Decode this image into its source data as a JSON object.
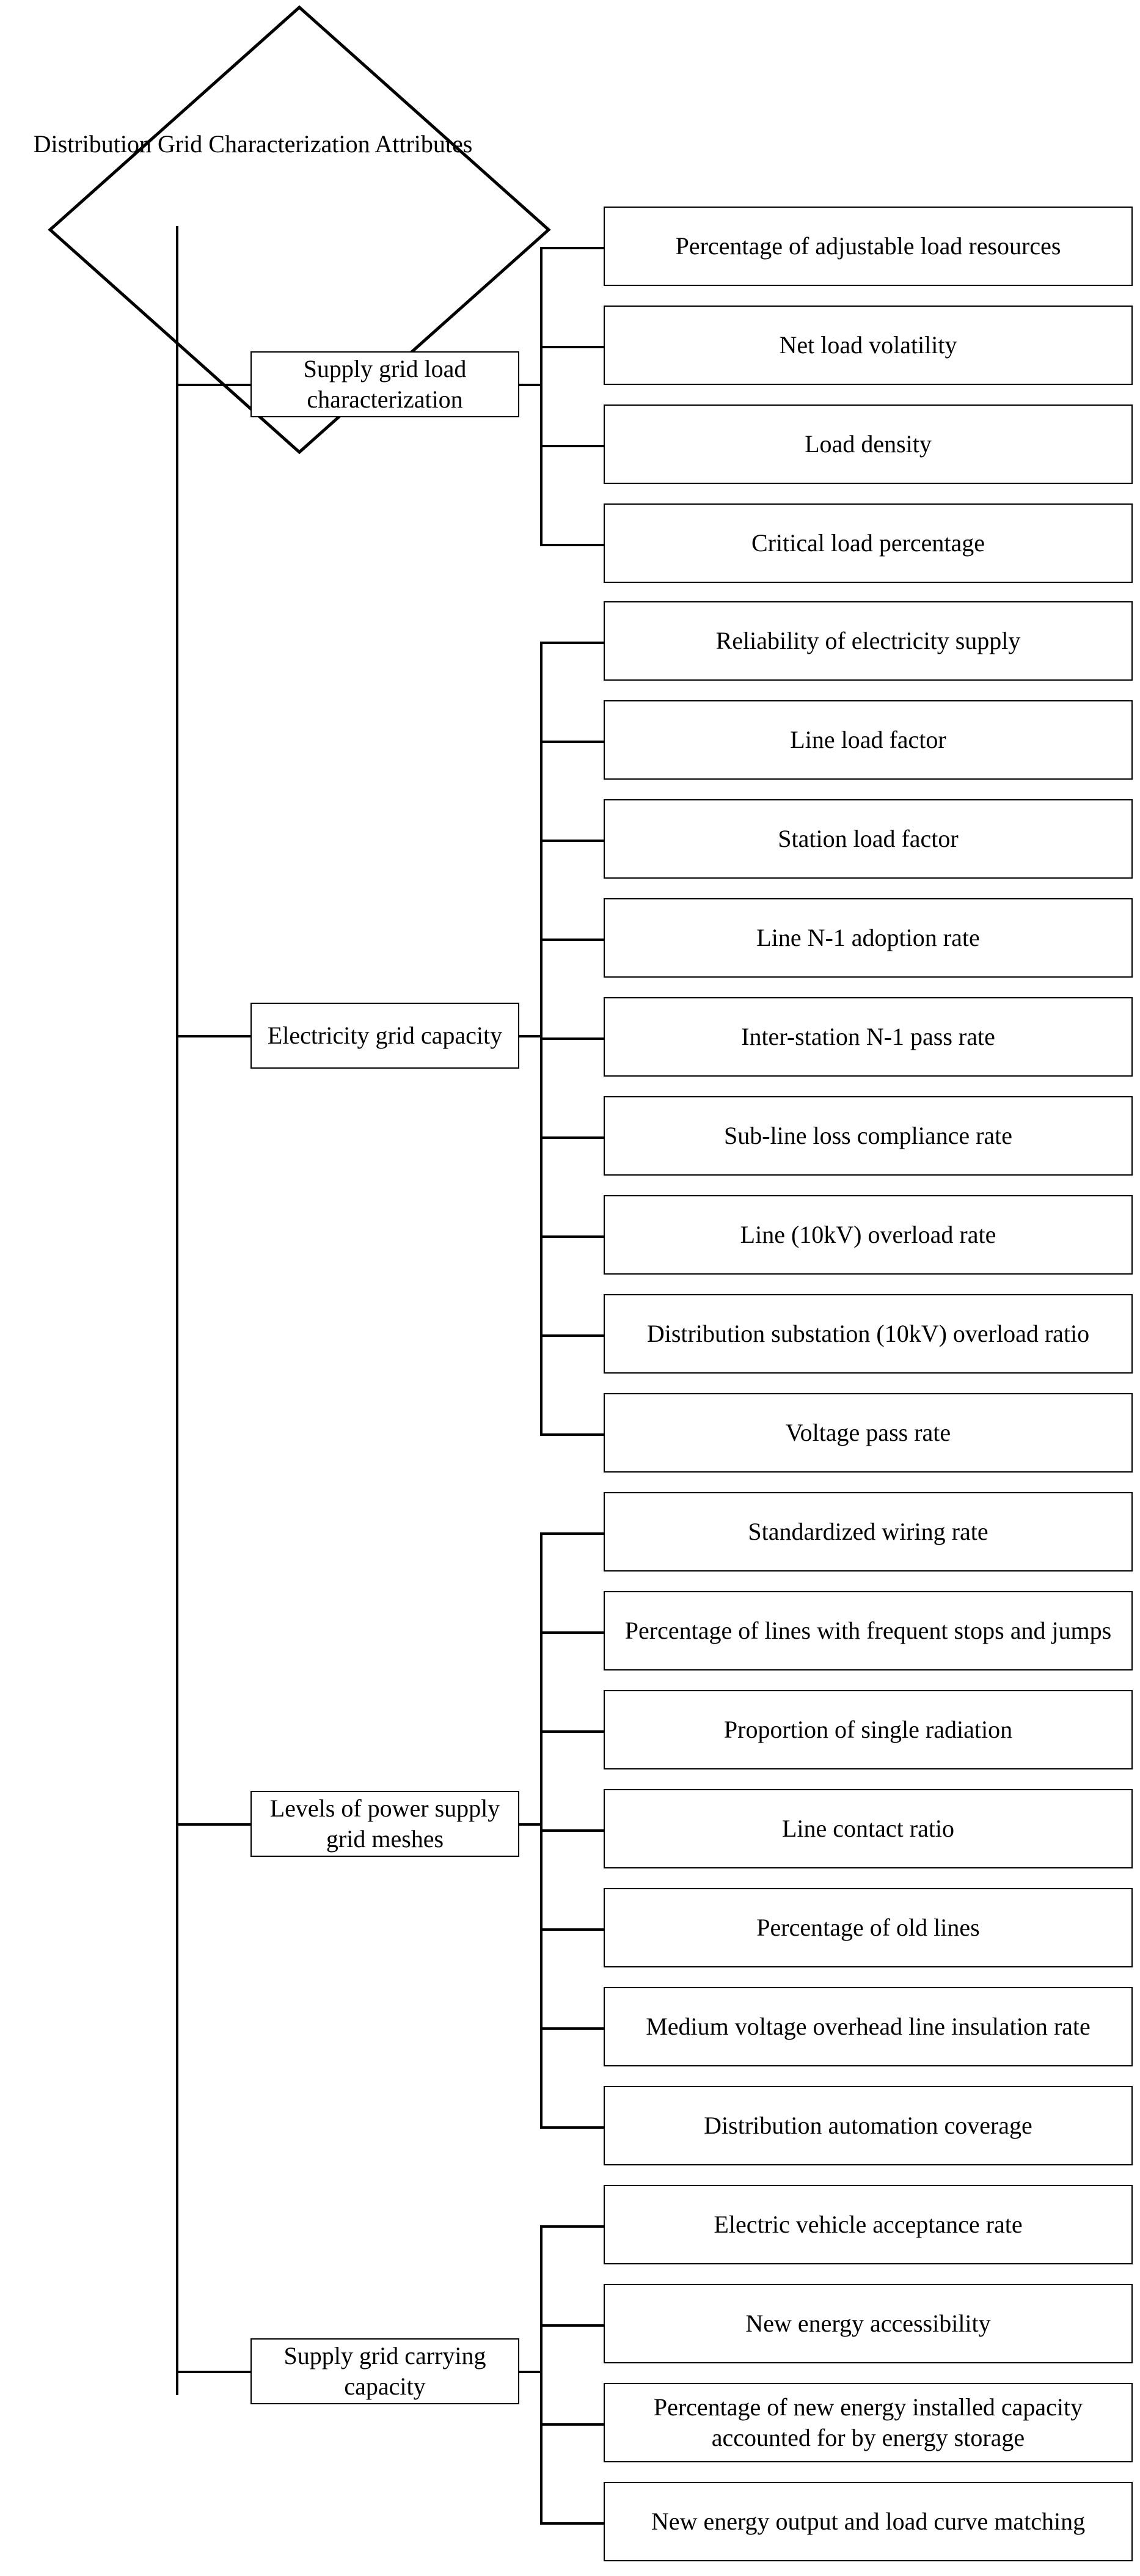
{
  "diagram": {
    "root": {
      "label": "Distribution Grid Characterization Attributes",
      "shape": "diamond"
    },
    "groups": [
      {
        "category": "Supply grid load characterization",
        "items": [
          "Percentage of adjustable load resources",
          "Net load volatility",
          "Load density",
          "Critical load percentage"
        ]
      },
      {
        "category": "Electricity grid capacity",
        "items": [
          "Reliability of electricity supply",
          "Line load factor",
          "Station load factor",
          "Line N-1 adoption rate",
          "Inter-station N-1 pass rate",
          "Sub-line loss compliance rate",
          "Line (10kV) overload rate",
          "Distribution substation (10kV) overload ratio",
          "Voltage pass rate"
        ]
      },
      {
        "category": "Levels of power supply grid meshes",
        "items": [
          "Standardized wiring rate",
          "Percentage of lines with frequent stops and jumps",
          "Proportion of single radiation",
          "Line contact ratio",
          "Percentage of old lines",
          "Medium voltage overhead line insulation rate",
          "Distribution automation coverage"
        ]
      },
      {
        "category": "Supply grid carrying capacity",
        "items": [
          "Electric vehicle acceptance rate",
          "New energy accessibility",
          "Percentage of new energy installed capacity accounted for by energy storage",
          "New energy output and load curve matching"
        ]
      }
    ],
    "colors": {
      "stroke": "#000000",
      "background": "#ffffff"
    }
  }
}
